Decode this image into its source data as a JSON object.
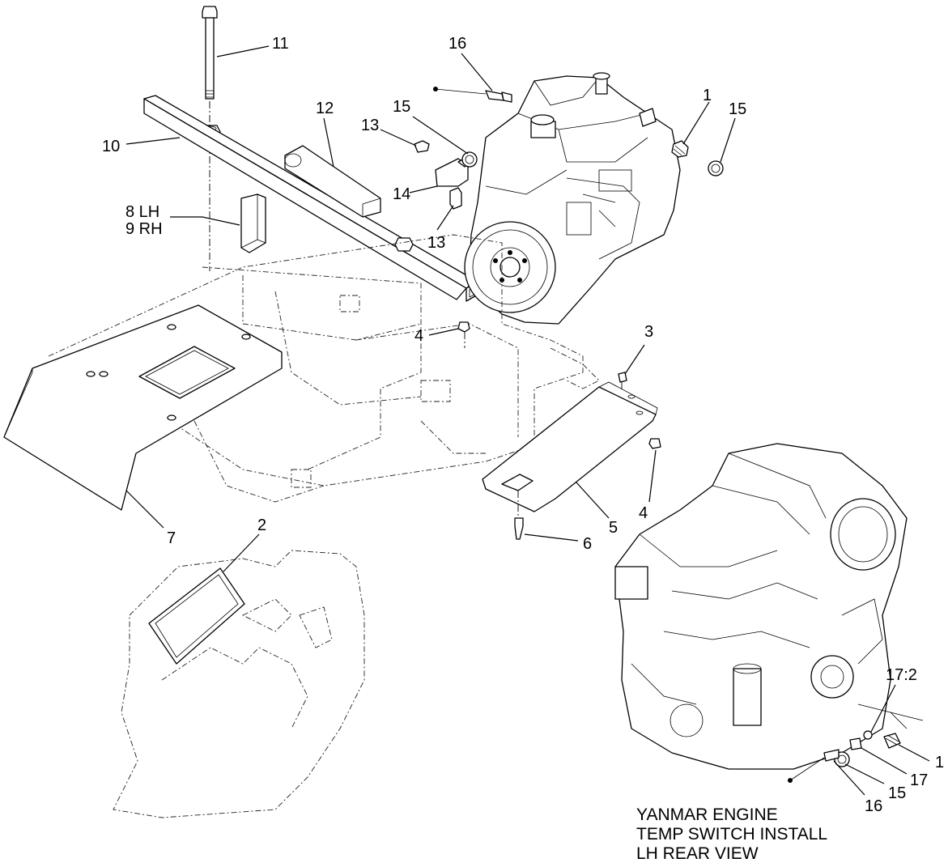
{
  "callouts": {
    "c1_top": "1",
    "c1_inset": "1",
    "c2": "2",
    "c3": "3",
    "c4_left": "4",
    "c4_right": "4",
    "c5": "5",
    "c6": "6",
    "c7": "7",
    "c8": "8  LH",
    "c9": "9  RH",
    "c10": "10",
    "c11": "11",
    "c12": "12",
    "c13_top": "13",
    "c13_bottom": "13",
    "c14": "14",
    "c15_top": "15",
    "c15_right": "15",
    "c15_inset": "15",
    "c16_top": "16",
    "c16_inset": "16",
    "c17": "17",
    "c17_2": "17:2"
  },
  "inset_caption": {
    "line1": "YANMAR ENGINE",
    "line2": "TEMP SWITCH INSTALL",
    "line3": "LH REAR VIEW"
  }
}
